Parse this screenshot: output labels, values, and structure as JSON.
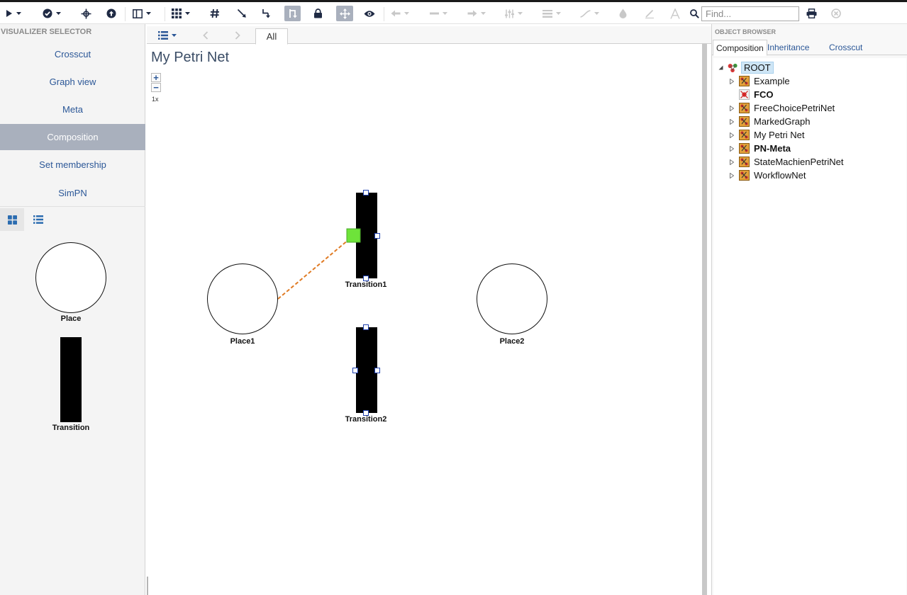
{
  "toolbar": {
    "find_placeholder": "Find..."
  },
  "left_panel": {
    "title": "VISUALIZER SELECTOR",
    "items": [
      {
        "label": "Crosscut"
      },
      {
        "label": "Graph view"
      },
      {
        "label": "Meta"
      },
      {
        "label": "Composition",
        "active": true
      },
      {
        "label": "Set membership"
      },
      {
        "label": "SimPN"
      }
    ],
    "part_browser": {
      "items": [
        {
          "label": "Place"
        },
        {
          "label": "Transition"
        }
      ]
    }
  },
  "center": {
    "tab_label": "All",
    "title": "My Petri Net",
    "zoom_in": "+",
    "zoom_out": "−",
    "zoom_level": "1x",
    "nodes": [
      {
        "label": "Place1"
      },
      {
        "label": "Transition1"
      },
      {
        "label": "Transition2"
      },
      {
        "label": "Place2"
      }
    ]
  },
  "object_browser": {
    "title": "OBJECT BROWSER",
    "tabs": [
      {
        "label": "Composition",
        "active": true
      },
      {
        "label": "Inheritance"
      },
      {
        "label": "Crosscut"
      }
    ],
    "root": {
      "label": "ROOT"
    },
    "children": [
      {
        "label": "Example",
        "expandable": true
      },
      {
        "label": "FCO",
        "expandable": false,
        "icon": "fco"
      },
      {
        "label": "FreeChoicePetriNet",
        "expandable": true
      },
      {
        "label": "MarkedGraph",
        "expandable": true
      },
      {
        "label": "My Petri Net",
        "expandable": true
      },
      {
        "label": "PN-Meta",
        "expandable": true,
        "bold": true
      },
      {
        "label": "StateMachienPetriNet",
        "expandable": true
      },
      {
        "label": "WorkflowNet",
        "expandable": true
      }
    ]
  },
  "colors": {
    "accent_text": "#2b5797",
    "active_item_bg": "#a9b0bd",
    "connection_line": "#e07b24",
    "connection_endpoint": "#6ee33a",
    "selection_handle": "#1e40af"
  },
  "icons": [
    "play-icon",
    "check-circle-icon",
    "move-crosshair-icon",
    "upload-circle-icon",
    "columns-icon",
    "grid-icon",
    "hashtag-icon",
    "arrow-diagonal-icon",
    "elbow-arrow-icon",
    "connect-mode-icon",
    "lock-icon",
    "move-icon",
    "eye-icon",
    "arrow-left-icon",
    "line-style-icon",
    "arrow-right-icon",
    "sliders-icon",
    "line-weight-icon",
    "curve-icon",
    "droplet-icon",
    "pencil-icon",
    "text-icon",
    "search-icon",
    "print-icon",
    "close-circle-icon"
  ]
}
